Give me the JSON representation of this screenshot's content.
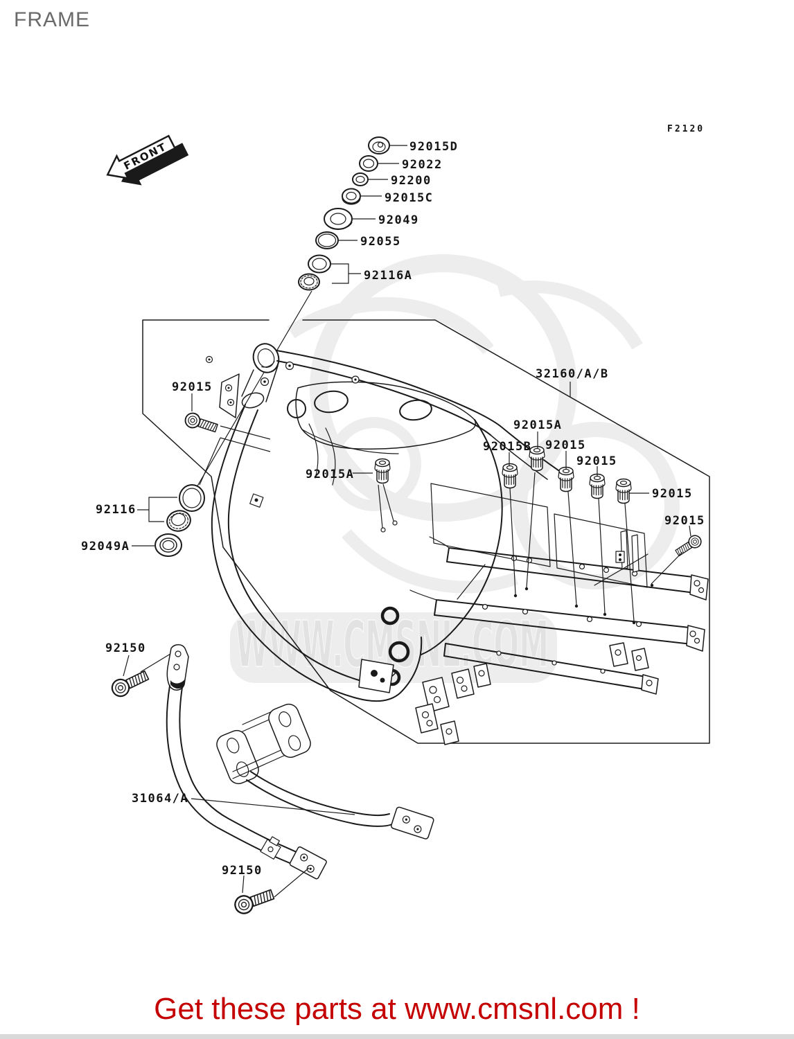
{
  "header": {
    "title": "FRAME"
  },
  "diagram": {
    "code": "F2120",
    "front_marker": "FRONT",
    "watermark_text": "WWW.CMSNL.COM",
    "ink_color": "#1a1a1a",
    "watermark_color": "#ededed"
  },
  "part_labels": [
    {
      "id": "92015D",
      "text": "92015D"
    },
    {
      "id": "92022",
      "text": "92022"
    },
    {
      "id": "92200",
      "text": "92200"
    },
    {
      "id": "92015C",
      "text": "92015C"
    },
    {
      "id": "92049",
      "text": "92049"
    },
    {
      "id": "92055",
      "text": "92055"
    },
    {
      "id": "92116A",
      "text": "92116A"
    },
    {
      "id": "32160/A/B",
      "text": "32160/A/B"
    },
    {
      "id": "92015-left",
      "text": "92015"
    },
    {
      "id": "92015A-middle",
      "text": "92015A"
    },
    {
      "id": "92116",
      "text": "92116"
    },
    {
      "id": "92049A",
      "text": "92049A"
    },
    {
      "id": "92015A-right",
      "text": "92015A"
    },
    {
      "id": "92015B",
      "text": "92015B"
    },
    {
      "id": "92015-rail-1",
      "text": "92015"
    },
    {
      "id": "92015-rail-2",
      "text": "92015"
    },
    {
      "id": "92015-rail-3",
      "text": "92015"
    },
    {
      "id": "92015-rail-bolt",
      "text": "92015"
    },
    {
      "id": "92150-top",
      "text": "92150"
    },
    {
      "id": "31064/A",
      "text": "31064/A"
    },
    {
      "id": "92150-bottom",
      "text": "92150"
    }
  ],
  "footer": {
    "text": "Get these parts at www.cmsnl.com !",
    "color": "#c40000"
  }
}
